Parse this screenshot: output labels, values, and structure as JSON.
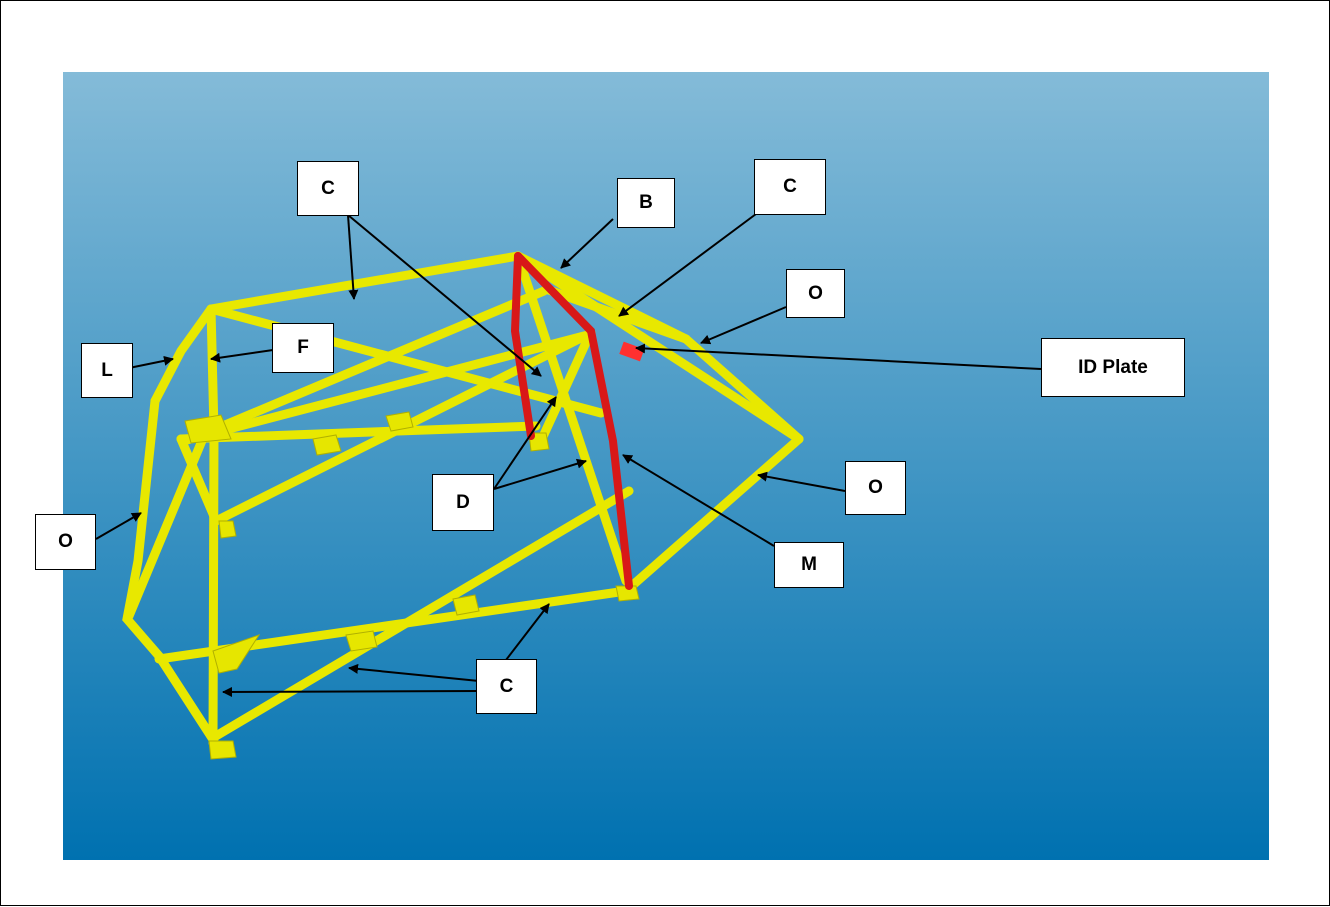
{
  "colors": {
    "background_top": "#84bbd8",
    "background_bottom": "#0071b0",
    "cage_tube": "#ffff00",
    "cage_tube_outline": "#c8c800",
    "main_hoop": "#e01010",
    "arrow": "#000000"
  },
  "labels": [
    {
      "id": "c_top_left",
      "text": "C"
    },
    {
      "id": "b_top",
      "text": "B"
    },
    {
      "id": "c_top_right",
      "text": "C"
    },
    {
      "id": "o_top_right",
      "text": "O"
    },
    {
      "id": "id_plate",
      "text": "ID Plate"
    },
    {
      "id": "l_left",
      "text": "L"
    },
    {
      "id": "f_left",
      "text": "F"
    },
    {
      "id": "d_center",
      "text": "D"
    },
    {
      "id": "o_right",
      "text": "O"
    },
    {
      "id": "o_left",
      "text": "O"
    },
    {
      "id": "m_center",
      "text": "M"
    },
    {
      "id": "c_bottom",
      "text": "C"
    }
  ]
}
